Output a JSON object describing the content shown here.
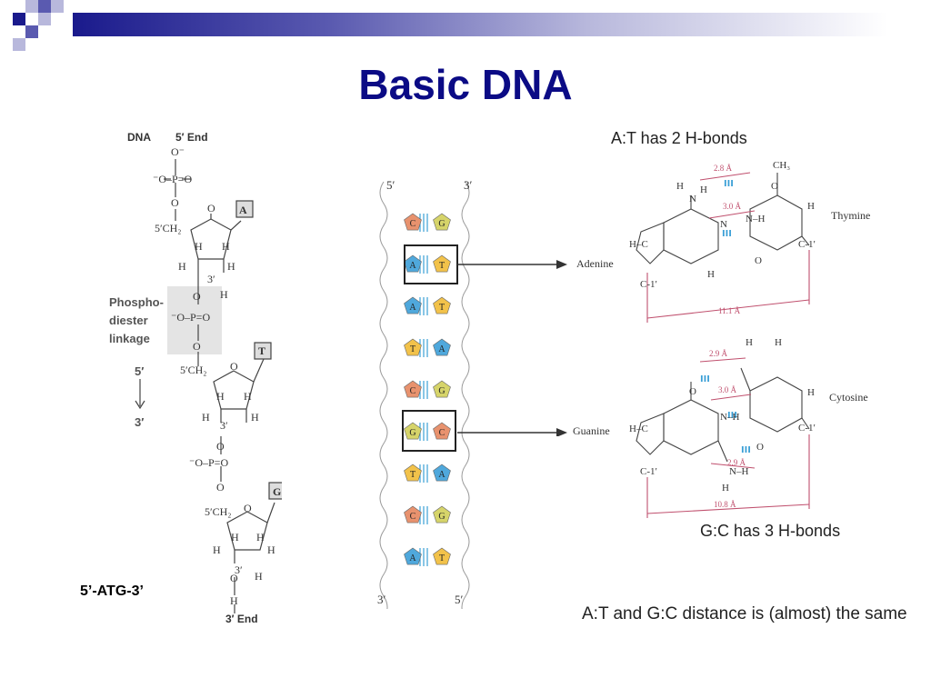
{
  "slide": {
    "title": "Basic DNA",
    "sequence": "5’-ATG-3’",
    "at_note": "A:T has  2 H-bonds",
    "gc_note": "G:C has  3 H-bonds",
    "distance_note": "A:T and G:C distance is (almost) the same"
  },
  "backbone": {
    "label": "DNA",
    "end5": "5′ End",
    "end3": "3′ End",
    "linkage": [
      "Phospho-",
      "diester",
      "linkage"
    ],
    "dir_top": "5′",
    "dir_bottom": "3′",
    "bases": [
      "A",
      "T",
      "G"
    ]
  },
  "ladder": {
    "top_left": "5′",
    "top_right": "3′",
    "bottom_left": "3′",
    "bottom_right": "5′",
    "pairs": [
      {
        "left": "C",
        "right": "G"
      },
      {
        "left": "A",
        "right": "T"
      },
      {
        "left": "A",
        "right": "T"
      },
      {
        "left": "T",
        "right": "A"
      },
      {
        "left": "C",
        "right": "G"
      },
      {
        "left": "G",
        "right": "C"
      },
      {
        "left": "T",
        "right": "A"
      },
      {
        "left": "C",
        "right": "G"
      },
      {
        "left": "A",
        "right": "T"
      }
    ]
  },
  "structures": {
    "adenine": "Adenine",
    "thymine": "Thymine",
    "guanine": "Guanine",
    "cytosine": "Cytosine",
    "at_d1": "2.8 Å",
    "at_d2": "3.0 Å",
    "at_span": "11.1 Å",
    "gc_d1": "2.9 Å",
    "gc_d2": "3.0 Å",
    "gc_d3": "2.9 Å",
    "gc_span": "10.8 Å"
  },
  "colors": {
    "title": "#0b0b85",
    "C": "#e8926e",
    "G": "#d6d46a",
    "A": "#4fa8dc",
    "T": "#f2c24a",
    "hbond": "#3a9fd6",
    "measure": "#c0506e"
  }
}
